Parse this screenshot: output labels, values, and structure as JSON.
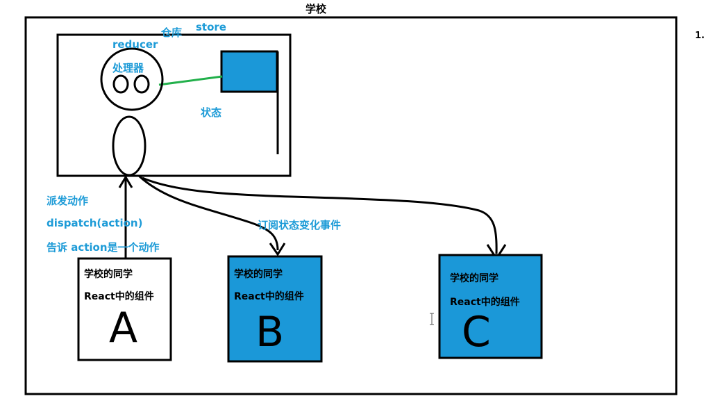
{
  "title": "学校",
  "side_number": "1.",
  "store": {
    "label_cangku": "仓库",
    "label_store": "store",
    "label_reducer": "reducer",
    "label_processor": "处理器",
    "label_state": "状态"
  },
  "action_labels": {
    "dispatch_cn": "派发动作",
    "dispatch_code": "dispatch(action)",
    "tell": "告诉 action是一个动作"
  },
  "subscribe_label": "订阅状态变化事件",
  "components": [
    {
      "title": "学校的同学",
      "subtitle": "React中的组件",
      "letter": "A",
      "fill": "#ffffff"
    },
    {
      "title": "学校的同学",
      "subtitle": "React中的组件",
      "letter": "B",
      "fill": "#1b98d8"
    },
    {
      "title": "学校的同学",
      "subtitle": "React中的组件",
      "letter": "C",
      "fill": "#1b98d8"
    }
  ],
  "colors": {
    "accent": "#1b98d8",
    "line": "#000000",
    "connector": "#22b04b"
  }
}
